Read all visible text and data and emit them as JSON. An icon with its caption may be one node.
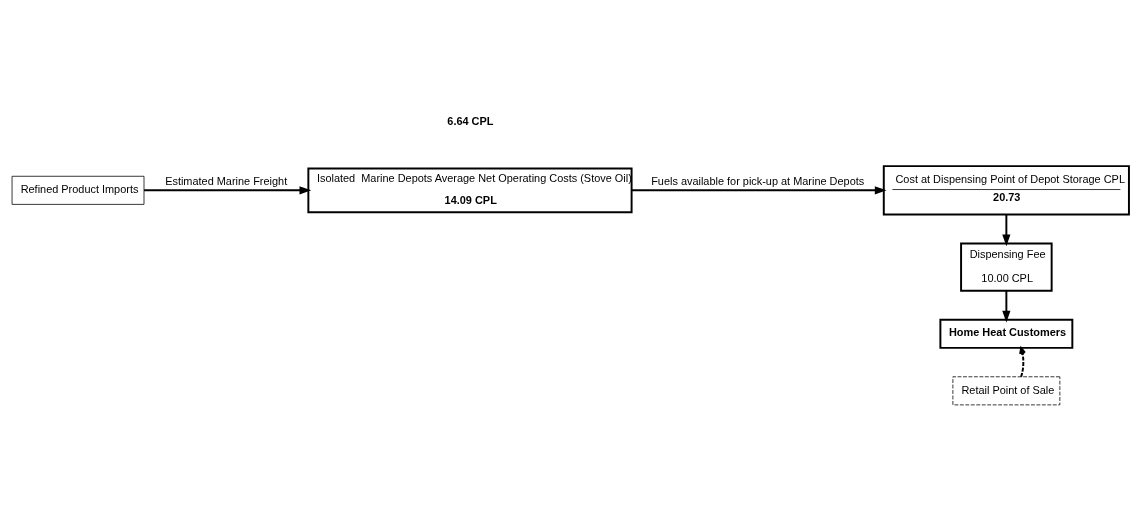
{
  "diagram": {
    "nodes": [
      {
        "text": [
          "Refined Product Imports"
        ]
      },
      {
        "text": [
          "Isolated  Marine Depots Average Net Operating Costs (Stove Oil)",
          "14.09 CPL"
        ]
      },
      {
        "text": [
          "Cost at Dispensing Point of Depot Storage CPL",
          "20.73"
        ]
      },
      {
        "text": [
          "Dispensing Fee",
          "10.00 CPL"
        ]
      },
      {
        "text": [
          "Home Heat Customers"
        ]
      },
      {
        "text": [
          "Retail Point of Sale"
        ]
      }
    ],
    "edges": [
      {
        "from": 0,
        "to": 1,
        "arrow": "to",
        "label": "Estimated Marine Freight"
      },
      {
        "from": 1,
        "to": 2,
        "arrow": "to",
        "label": "Fuels available for pick-up at Marine Depots"
      },
      {
        "from": 2,
        "to": 3,
        "arrow": "to"
      },
      {
        "from": 3,
        "to": 4,
        "arrow": "to"
      },
      {
        "from": 5,
        "to": 4,
        "arrow": "to",
        "style": "dashed"
      }
    ],
    "labels": [
      "6.64 CPL"
    ]
  }
}
